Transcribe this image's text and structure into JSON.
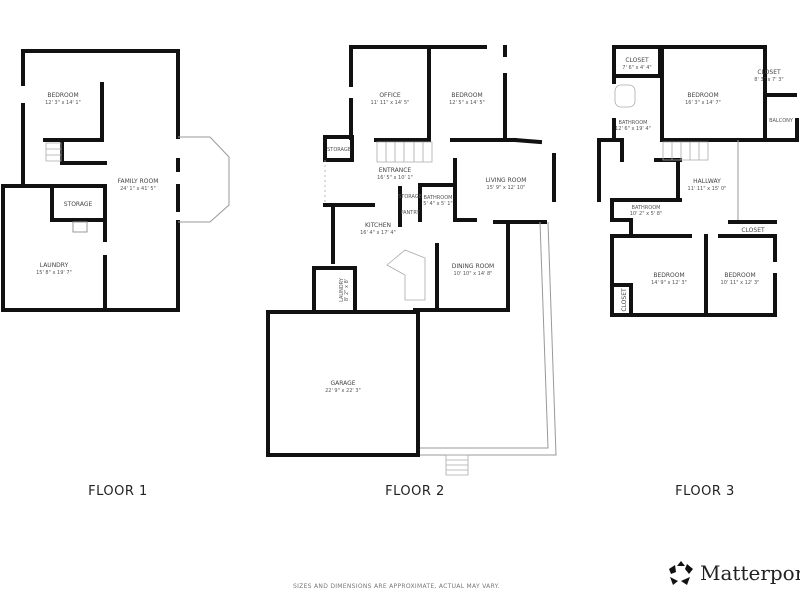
{
  "floors": [
    {
      "label": "FLOOR 1",
      "rooms": [
        {
          "name": "BEDROOM",
          "dims": "12' 3\" x 14' 1\""
        },
        {
          "name": "FAMILY ROOM",
          "dims": "24' 1\" x 41' 5\""
        },
        {
          "name": "STORAGE",
          "dims": ""
        },
        {
          "name": "LAUNDRY",
          "dims": "15' 8\" x 19' 7\""
        }
      ]
    },
    {
      "label": "FLOOR 2",
      "rooms": [
        {
          "name": "OFFICE",
          "dims": "11' 11\" x 14' 5\""
        },
        {
          "name": "BEDROOM",
          "dims": "12' 5\" x 14' 5\""
        },
        {
          "name": "STORAGE",
          "dims": ""
        },
        {
          "name": "ENTRANCE",
          "dims": "16' 5\" x 10' 1\""
        },
        {
          "name": "LIVING ROOM",
          "dims": "15' 9\" x 12' 10\""
        },
        {
          "name": "STORAGE",
          "dims": ""
        },
        {
          "name": "PANTRY",
          "dims": ""
        },
        {
          "name": "BATHROOM",
          "dims": "5' 4\" x 5' 1\""
        },
        {
          "name": "KITCHEN",
          "dims": "16' 4\" x 17' 4\""
        },
        {
          "name": "DINING ROOM",
          "dims": "10' 10\" x 14' 8\""
        },
        {
          "name": "LAUNDRY",
          "dims": "8' 2\" x 8'"
        },
        {
          "name": "GARAGE",
          "dims": "22' 9\" x 22' 3\""
        }
      ]
    },
    {
      "label": "FLOOR 3",
      "rooms": [
        {
          "name": "CLOSET",
          "dims": "7' 6\" x 4' 4\""
        },
        {
          "name": "BEDROOM",
          "dims": "16' 3\" x 14' 7\""
        },
        {
          "name": "CLOSET",
          "dims": "8' 3\" x 7' 3\""
        },
        {
          "name": "BATHROOM",
          "dims": "12' 6\" x 19' 4\""
        },
        {
          "name": "BALCONY",
          "dims": ""
        },
        {
          "name": "HALLWAY",
          "dims": "11' 11\" x 15' 0\""
        },
        {
          "name": "BATHROOM",
          "dims": "10' 2\" x 5' 8\""
        },
        {
          "name": "CLOSET",
          "dims": ""
        },
        {
          "name": "BEDROOM",
          "dims": "14' 9\" x 12' 3\""
        },
        {
          "name": "BEDROOM",
          "dims": "10' 11\" x 12' 3\""
        },
        {
          "name": "CLOSET",
          "dims": ""
        }
      ]
    }
  ],
  "disclaimer": "SIZES AND DIMENSIONS ARE APPROXIMATE, ACTUAL MAY VARY.",
  "brand": "Matterport",
  "icons": {
    "logo": "matterport-logo-icon"
  }
}
